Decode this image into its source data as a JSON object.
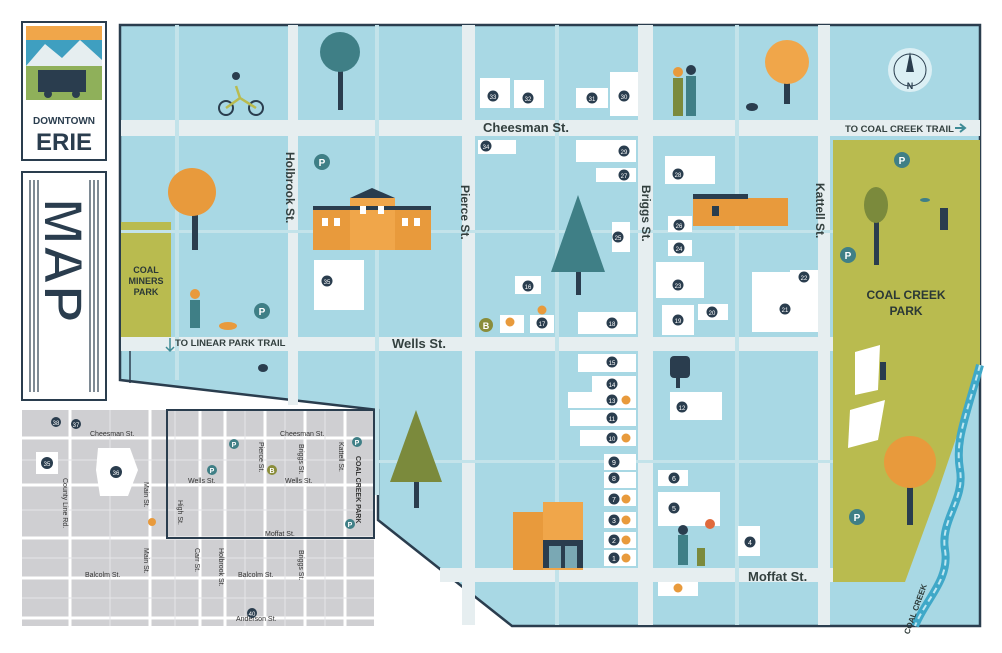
{
  "logo": {
    "line1": "DOWNTOWN",
    "line2": "ERIE"
  },
  "banner": {
    "text": "MAP"
  },
  "streets": {
    "cheesman": "Cheesman St.",
    "wells": "Wells St.",
    "moffat": "Moffat St.",
    "holbrook": "Holbrook St.",
    "pierce": "Pierce St.",
    "briggs": "Briggs St.",
    "kattell": "Kattell St."
  },
  "trails": {
    "coal_creek": "TO COAL CREEK TRAIL",
    "linear_park": "TO LINEAR PARK TRAIL"
  },
  "parks": {
    "coal_miners": [
      "COAL",
      "MINERS",
      "PARK"
    ],
    "coal_creek": [
      "COAL CREEK",
      "PARK"
    ],
    "creek": "COAL CREEK"
  },
  "compass": "N",
  "markers": {
    "parking": "P",
    "bus": "B"
  },
  "businesses": [
    "1",
    "2",
    "3",
    "4",
    "5",
    "6",
    "7",
    "8",
    "9",
    "10",
    "11",
    "12",
    "13",
    "14",
    "15",
    "16",
    "17",
    "18",
    "19",
    "20",
    "21",
    "22",
    "23",
    "24",
    "25",
    "26",
    "27",
    "28",
    "29",
    "30",
    "31",
    "32",
    "33",
    "34",
    "35",
    "36"
  ],
  "inset_map": {
    "streets": {
      "cheesman_left": "Cheesman St.",
      "cheesman_right": "Cheesman St.",
      "wells_left": "Wells St.",
      "wells_right": "Wells St.",
      "moffat": "Moffat St.",
      "balcolm_left": "Balcolm St.",
      "balcolm_right": "Balcolm St.",
      "anderson": "Anderson St.",
      "county_line": "County Line Rd.",
      "main_upper": "Main St.",
      "main_lower": "Main St.",
      "high": "High St.",
      "carr": "Carr St.",
      "holbrook": "Holbrook St.",
      "pierce": "Pierce St.",
      "briggs_upper": "Briggs St.",
      "briggs_lower": "Briggs St.",
      "kattell": "Kattell St.",
      "coal_creek_park": "COAL CREEK PARK"
    },
    "numbers": [
      "35",
      "36",
      "37",
      "38",
      "40"
    ]
  },
  "colors": {
    "water": "#a8d8e4",
    "road": "#e6eef0",
    "park": "#b9bb4f",
    "navy": "#2a3d4e",
    "orange": "#e89a3c",
    "teal": "#3f8b96"
  }
}
